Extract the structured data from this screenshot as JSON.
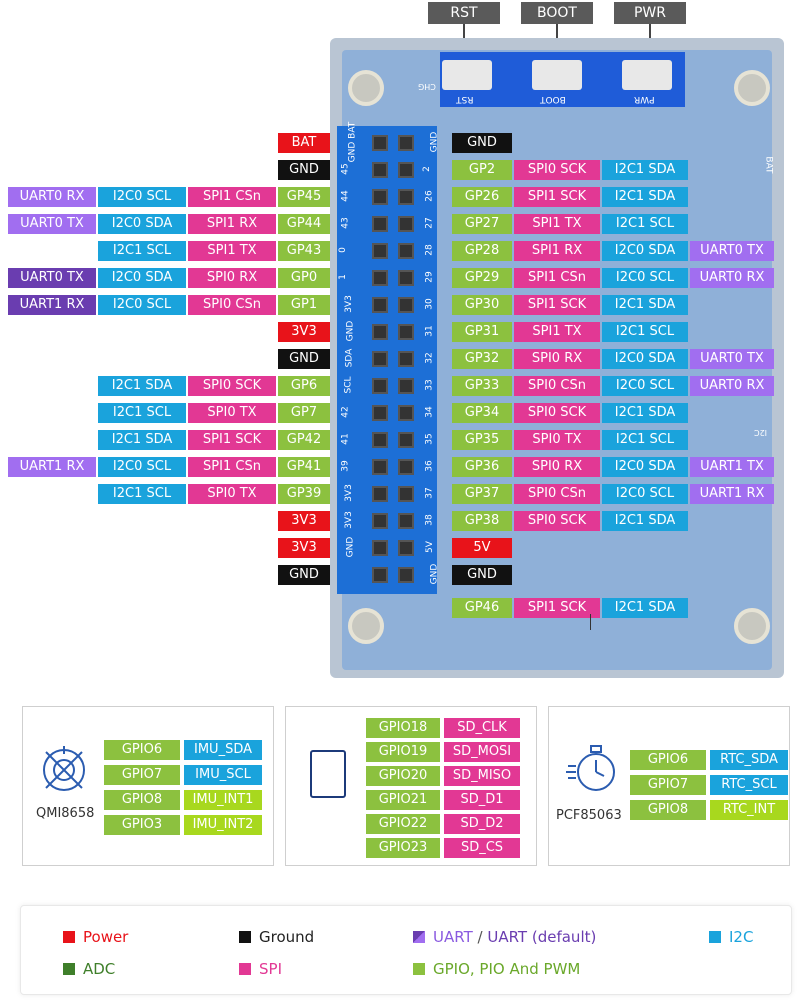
{
  "top_buttons": [
    "RST",
    "BOOT",
    "PWR"
  ],
  "board_silk": {
    "rst": "RST",
    "boot": "BOOT",
    "pwr": "PWR",
    "chg": "CHG",
    "bat": "BAT",
    "i2c": "I2C",
    "left_labels": [
      "GND BAT",
      "45",
      "44",
      "43",
      "0",
      "1",
      "3V3",
      "GND",
      "SDA",
      "SCL",
      "42",
      "41",
      "39",
      "3V3",
      "3V3",
      "GND"
    ],
    "right_labels": [
      "GND",
      "2",
      "26",
      "27",
      "28",
      "29",
      "30",
      "31",
      "32",
      "33",
      "34",
      "35",
      "36",
      "37",
      "38",
      "5V",
      "GND"
    ]
  },
  "left_rows": [
    [
      {
        "t": "BAT",
        "c": "power"
      }
    ],
    [
      {
        "t": "GND",
        "c": "gnd"
      }
    ],
    [
      {
        "t": "UART0 RX",
        "c": "uart"
      },
      {
        "t": "I2C0 SCL",
        "c": "i2c"
      },
      {
        "t": "SPI1 CSn",
        "c": "spi"
      },
      {
        "t": "GP45",
        "c": "gpio"
      }
    ],
    [
      {
        "t": "UART0 TX",
        "c": "uart"
      },
      {
        "t": "I2C0 SDA",
        "c": "i2c"
      },
      {
        "t": "SPI1 RX",
        "c": "spi"
      },
      {
        "t": "GP44",
        "c": "gpio"
      }
    ],
    [
      {
        "t": "I2C1 SCL",
        "c": "i2c"
      },
      {
        "t": "SPI1 TX",
        "c": "spi"
      },
      {
        "t": "GP43",
        "c": "gpio"
      }
    ],
    [
      {
        "t": "UART0 TX",
        "c": "uartd"
      },
      {
        "t": "I2C0 SDA",
        "c": "i2c"
      },
      {
        "t": "SPI0 RX",
        "c": "spi"
      },
      {
        "t": "GP0",
        "c": "gpio"
      }
    ],
    [
      {
        "t": "UART1 RX",
        "c": "uartd"
      },
      {
        "t": "I2C0 SCL",
        "c": "i2c"
      },
      {
        "t": "SPI0 CSn",
        "c": "spi"
      },
      {
        "t": "GP1",
        "c": "gpio"
      }
    ],
    [
      {
        "t": "3V3",
        "c": "power"
      }
    ],
    [
      {
        "t": "GND",
        "c": "gnd"
      }
    ],
    [
      {
        "t": "I2C1 SDA",
        "c": "i2c"
      },
      {
        "t": "SPI0 SCK",
        "c": "spi"
      },
      {
        "t": "GP6",
        "c": "gpio"
      }
    ],
    [
      {
        "t": "I2C1 SCL",
        "c": "i2c"
      },
      {
        "t": "SPI0 TX",
        "c": "spi"
      },
      {
        "t": "GP7",
        "c": "gpio"
      }
    ],
    [
      {
        "t": "I2C1 SDA",
        "c": "i2c"
      },
      {
        "t": "SPI1 SCK",
        "c": "spi"
      },
      {
        "t": "GP42",
        "c": "gpio"
      }
    ],
    [
      {
        "t": "UART1 RX",
        "c": "uart"
      },
      {
        "t": "I2C0 SCL",
        "c": "i2c"
      },
      {
        "t": "SPI1 CSn",
        "c": "spi"
      },
      {
        "t": "GP41",
        "c": "gpio"
      }
    ],
    [
      {
        "t": "I2C1 SCL",
        "c": "i2c"
      },
      {
        "t": "SPI0 TX",
        "c": "spi"
      },
      {
        "t": "GP39",
        "c": "gpio"
      }
    ],
    [
      {
        "t": "3V3",
        "c": "power"
      }
    ],
    [
      {
        "t": "3V3",
        "c": "power"
      }
    ],
    [
      {
        "t": "GND",
        "c": "gnd"
      }
    ]
  ],
  "right_rows": [
    [
      {
        "t": "GND",
        "c": "gnd"
      }
    ],
    [
      {
        "t": "GP2",
        "c": "gpio"
      },
      {
        "t": "SPI0 SCK",
        "c": "spi"
      },
      {
        "t": "I2C1 SDA",
        "c": "i2c"
      }
    ],
    [
      {
        "t": "GP26",
        "c": "gpio"
      },
      {
        "t": "SPI1 SCK",
        "c": "spi"
      },
      {
        "t": "I2C1 SDA",
        "c": "i2c"
      }
    ],
    [
      {
        "t": "GP27",
        "c": "gpio"
      },
      {
        "t": "SPI1 TX",
        "c": "spi"
      },
      {
        "t": "I2C1 SCL",
        "c": "i2c"
      }
    ],
    [
      {
        "t": "GP28",
        "c": "gpio"
      },
      {
        "t": "SPI1 RX",
        "c": "spi"
      },
      {
        "t": "I2C0 SDA",
        "c": "i2c"
      },
      {
        "t": "UART0 TX",
        "c": "uart"
      }
    ],
    [
      {
        "t": "GP29",
        "c": "gpio"
      },
      {
        "t": "SPI1 CSn",
        "c": "spi"
      },
      {
        "t": "I2C0 SCL",
        "c": "i2c"
      },
      {
        "t": "UART0 RX",
        "c": "uart"
      }
    ],
    [
      {
        "t": "GP30",
        "c": "gpio"
      },
      {
        "t": "SPI1 SCK",
        "c": "spi"
      },
      {
        "t": "I2C1 SDA",
        "c": "i2c"
      }
    ],
    [
      {
        "t": "GP31",
        "c": "gpio"
      },
      {
        "t": "SPI1 TX",
        "c": "spi"
      },
      {
        "t": "I2C1 SCL",
        "c": "i2c"
      }
    ],
    [
      {
        "t": "GP32",
        "c": "gpio"
      },
      {
        "t": "SPI0 RX",
        "c": "spi"
      },
      {
        "t": "I2C0 SDA",
        "c": "i2c"
      },
      {
        "t": "UART0 TX",
        "c": "uart"
      }
    ],
    [
      {
        "t": "GP33",
        "c": "gpio"
      },
      {
        "t": "SPI0 CSn",
        "c": "spi"
      },
      {
        "t": "I2C0 SCL",
        "c": "i2c"
      },
      {
        "t": "UART0 RX",
        "c": "uart"
      }
    ],
    [
      {
        "t": "GP34",
        "c": "gpio"
      },
      {
        "t": "SPI0 SCK",
        "c": "spi"
      },
      {
        "t": "I2C1 SDA",
        "c": "i2c"
      }
    ],
    [
      {
        "t": "GP35",
        "c": "gpio"
      },
      {
        "t": "SPI0 TX",
        "c": "spi"
      },
      {
        "t": "I2C1 SCL",
        "c": "i2c"
      }
    ],
    [
      {
        "t": "GP36",
        "c": "gpio"
      },
      {
        "t": "SPI0 RX",
        "c": "spi"
      },
      {
        "t": "I2C0 SDA",
        "c": "i2c"
      },
      {
        "t": "UART1 TX",
        "c": "uart"
      }
    ],
    [
      {
        "t": "GP37",
        "c": "gpio"
      },
      {
        "t": "SPI0 CSn",
        "c": "spi"
      },
      {
        "t": "I2C0 SCL",
        "c": "i2c"
      },
      {
        "t": "UART1 RX",
        "c": "uart"
      }
    ],
    [
      {
        "t": "GP38",
        "c": "gpio"
      },
      {
        "t": "SPI0 SCK",
        "c": "spi"
      },
      {
        "t": "I2C1 SDA",
        "c": "i2c"
      }
    ],
    [
      {
        "t": "5V",
        "c": "power"
      }
    ],
    [
      {
        "t": "GND",
        "c": "gnd"
      }
    ]
  ],
  "extra_row": [
    {
      "t": "GP46",
      "c": "gpio"
    },
    {
      "t": "SPI1 SCK",
      "c": "spi"
    },
    {
      "t": "I2C1 SDA",
      "c": "i2c"
    }
  ],
  "boxes": {
    "imu": {
      "label": "QMI8658",
      "rows": [
        [
          {
            "t": "GPIO6",
            "c": "gpio"
          },
          {
            "t": "IMU_SDA",
            "c": "i2c"
          }
        ],
        [
          {
            "t": "GPIO7",
            "c": "gpio"
          },
          {
            "t": "IMU_SCL",
            "c": "i2c"
          }
        ],
        [
          {
            "t": "GPIO8",
            "c": "gpio"
          },
          {
            "t": "IMU_INT1",
            "c": "imu2"
          }
        ],
        [
          {
            "t": "GPIO3",
            "c": "gpio"
          },
          {
            "t": "IMU_INT2",
            "c": "imu2"
          }
        ]
      ]
    },
    "sd": {
      "rows": [
        [
          {
            "t": "GPIO18",
            "c": "gpio"
          },
          {
            "t": "SD_CLK",
            "c": "spi"
          }
        ],
        [
          {
            "t": "GPIO19",
            "c": "gpio"
          },
          {
            "t": "SD_MOSI",
            "c": "spi"
          }
        ],
        [
          {
            "t": "GPIO20",
            "c": "gpio"
          },
          {
            "t": "SD_MISO",
            "c": "spi"
          }
        ],
        [
          {
            "t": "GPIO21",
            "c": "gpio"
          },
          {
            "t": "SD_D1",
            "c": "spi"
          }
        ],
        [
          {
            "t": "GPIO22",
            "c": "gpio"
          },
          {
            "t": "SD_D2",
            "c": "spi"
          }
        ],
        [
          {
            "t": "GPIO23",
            "c": "gpio"
          },
          {
            "t": "SD_CS",
            "c": "spi"
          }
        ]
      ]
    },
    "rtc": {
      "label": "PCF85063",
      "rows": [
        [
          {
            "t": "GPIO6",
            "c": "gpio"
          },
          {
            "t": "RTC_SDA",
            "c": "i2c"
          }
        ],
        [
          {
            "t": "GPIO7",
            "c": "gpio"
          },
          {
            "t": "RTC_SCL",
            "c": "i2c"
          }
        ],
        [
          {
            "t": "GPIO8",
            "c": "gpio"
          },
          {
            "t": "RTC_INT",
            "c": "imu2"
          }
        ]
      ]
    }
  },
  "legend": {
    "power": "Power",
    "ground": "Ground",
    "uart": "UART",
    "uart_sep": "/",
    "uart_default": "UART (default)",
    "i2c": "I2C",
    "adc": "ADC",
    "spi": "SPI",
    "gpio": "GPIO, PIO And PWM"
  },
  "colors": {
    "power": "#e8131a",
    "gnd": "#111111",
    "gpio": "#8cc13f",
    "spi": "#e23894",
    "i2c": "#1aa3dc",
    "uart": "#a16ef0",
    "uartd": "#6a3db0",
    "adc": "#3f7f2a",
    "imu2": "#a8d81e"
  }
}
